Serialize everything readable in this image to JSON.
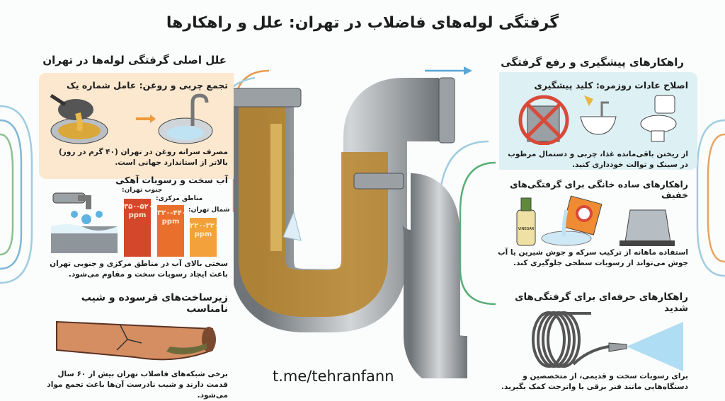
{
  "title": "گرفتگی لوله‌های فاضلاب در تهران: علل و راهکارها",
  "left": {
    "heading": "علل اصلی گرفتگی لوله‌ها در تهران",
    "fat": {
      "title": "تجمع چربی و روغن: عامل شماره یک",
      "text": "مصرف سرانه روغن در تهران (۴۰ گرم در روز) بالاتر از استاندارد جهانی است."
    },
    "hard_water": {
      "title": "آب سخت و رسوبات آهکی",
      "bars": [
        {
          "label": "جنوب تهران:",
          "value": "۳۵۰-۵۲۰",
          "unit": "ppm",
          "min": 350,
          "max": 520,
          "color": "#d4472a"
        },
        {
          "label": "مناطق مرکزی:",
          "value": "۳۲۰-۴۴۰",
          "unit": "ppm",
          "min": 320,
          "max": 440,
          "color": "#e9702c"
        },
        {
          "label": "شمال تهران:",
          "value": "۲۲۰-۳۲۰",
          "unit": "ppm",
          "min": 220,
          "max": 320,
          "color": "#f3a13a"
        }
      ],
      "text": "سختی بالای آب در مناطق مرکزی و جنوبی تهران باعث ایجاد رسوبات سخت و مقاوم می‌شود."
    },
    "infra": {
      "title": "زیرساخت‌های فرسوده و شیب نامناسب",
      "text": "برخی شبکه‌های فاضلاب تهران بیش از ۶۰ سال قدمت دارند و شیب نادرست آن‌ها باعث تجمع مواد می‌شود."
    }
  },
  "right": {
    "heading": "راهکارهای پیشگیری و رفع گرفتگی",
    "habits": {
      "title": "اصلاح عادات روزمره: کلید پیشگیری",
      "text": "از ریختن باقی‌مانده غذا، چربی و دستمال مرطوب در سینک و توالت خودداری کنید."
    },
    "home": {
      "title": "راهکارهای ساده خانگی برای گرفتگی‌های خفیف",
      "bottle_label": "VINEGAR",
      "text": "استفاده ماهانه از ترکیب سرکه و جوش شیرین یا آب جوش می‌تواند از رسوبات سطحی جلوگیری کند."
    },
    "pro": {
      "title": "راهکارهای حرفه‌ای برای گرفتگی‌های شدید",
      "text": "برای رسوبات سخت و قدیمی، از متخصصین و دستگاه‌هایی مانند فنر برقی یا واترجت کمک بگیرید."
    }
  },
  "footer": {
    "link": "t.me/tehranfann"
  }
}
